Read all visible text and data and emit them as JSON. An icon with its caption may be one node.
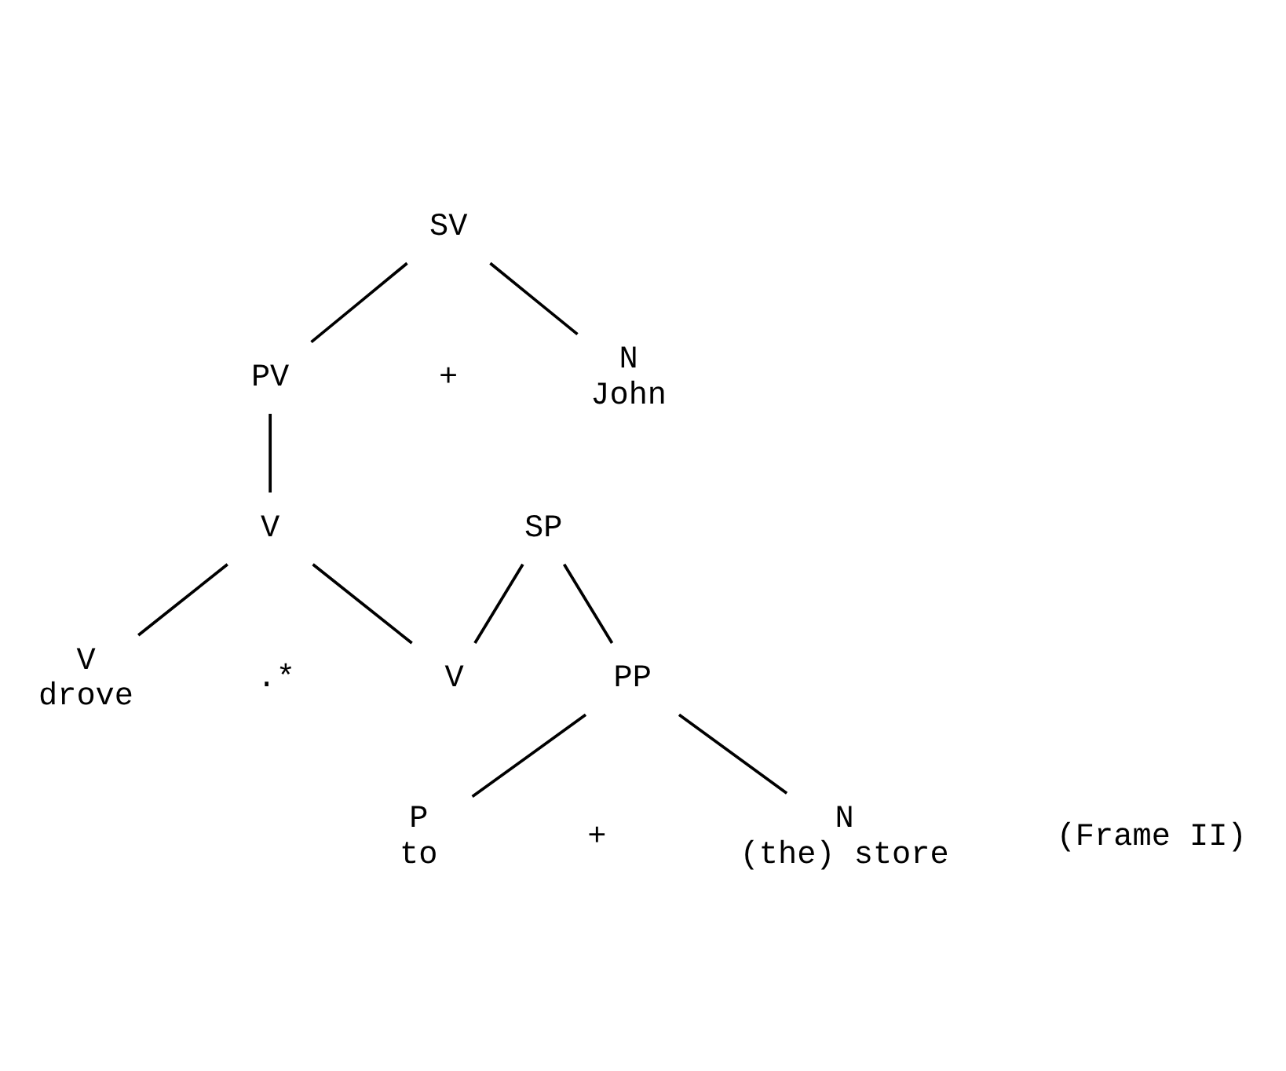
{
  "diagram": {
    "nodes": [
      {
        "text": [
          "SV"
        ]
      },
      {
        "text": [
          "PV"
        ]
      },
      {
        "text": [
          "N",
          "John"
        ]
      },
      {
        "text": [
          "V"
        ]
      },
      {
        "text": [
          "V",
          "drove"
        ]
      },
      {
        "text": [
          "V"
        ]
      },
      {
        "text": [
          "SP"
        ]
      },
      {
        "text": [
          "PP"
        ]
      },
      {
        "text": [
          "P",
          "to"
        ]
      },
      {
        "text": [
          "N",
          "(the) store"
        ],
        "beside": [
          "(Frame II)"
        ]
      }
    ],
    "edges": [
      {
        "from": 0,
        "to": 1,
        "arrow": "none"
      },
      {
        "from": 0,
        "to": 2,
        "arrow": "none"
      },
      {
        "from": 1,
        "to": 3,
        "arrow": "none"
      },
      {
        "from": 3,
        "to": 4,
        "arrow": "none"
      },
      {
        "from": 3,
        "to": 5,
        "arrow": "none"
      },
      {
        "from": 6,
        "to": 5,
        "arrow": "none"
      },
      {
        "from": 6,
        "to": 7,
        "arrow": "none"
      },
      {
        "from": 7,
        "to": 8,
        "arrow": "none"
      },
      {
        "from": 7,
        "to": 9,
        "arrow": "none"
      }
    ],
    "labels": [
      "+",
      ".*",
      "+"
    ]
  }
}
